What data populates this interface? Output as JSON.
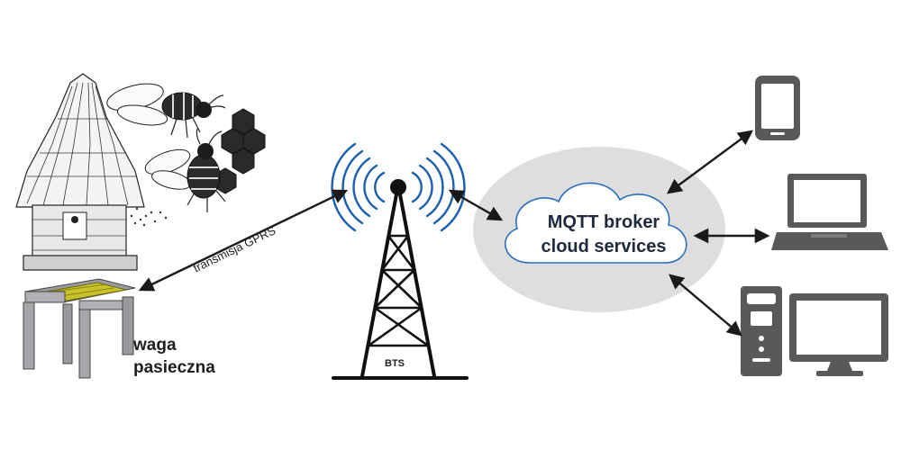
{
  "scale": {
    "line1": "waga",
    "line2": "pasieczna"
  },
  "link": {
    "label": "transmisja GPRS"
  },
  "tower": {
    "label": "BTS"
  },
  "cloud": {
    "line1": "MQTT broker",
    "line2": "cloud services"
  },
  "colors": {
    "signal_waves": "#1b5fae",
    "cloud_outline": "#2a6fbf",
    "ellipse_fill": "#dedede",
    "device_gray": "#595959",
    "scale_plate": "#c9c22a",
    "arrow": "#1a1a1a"
  }
}
